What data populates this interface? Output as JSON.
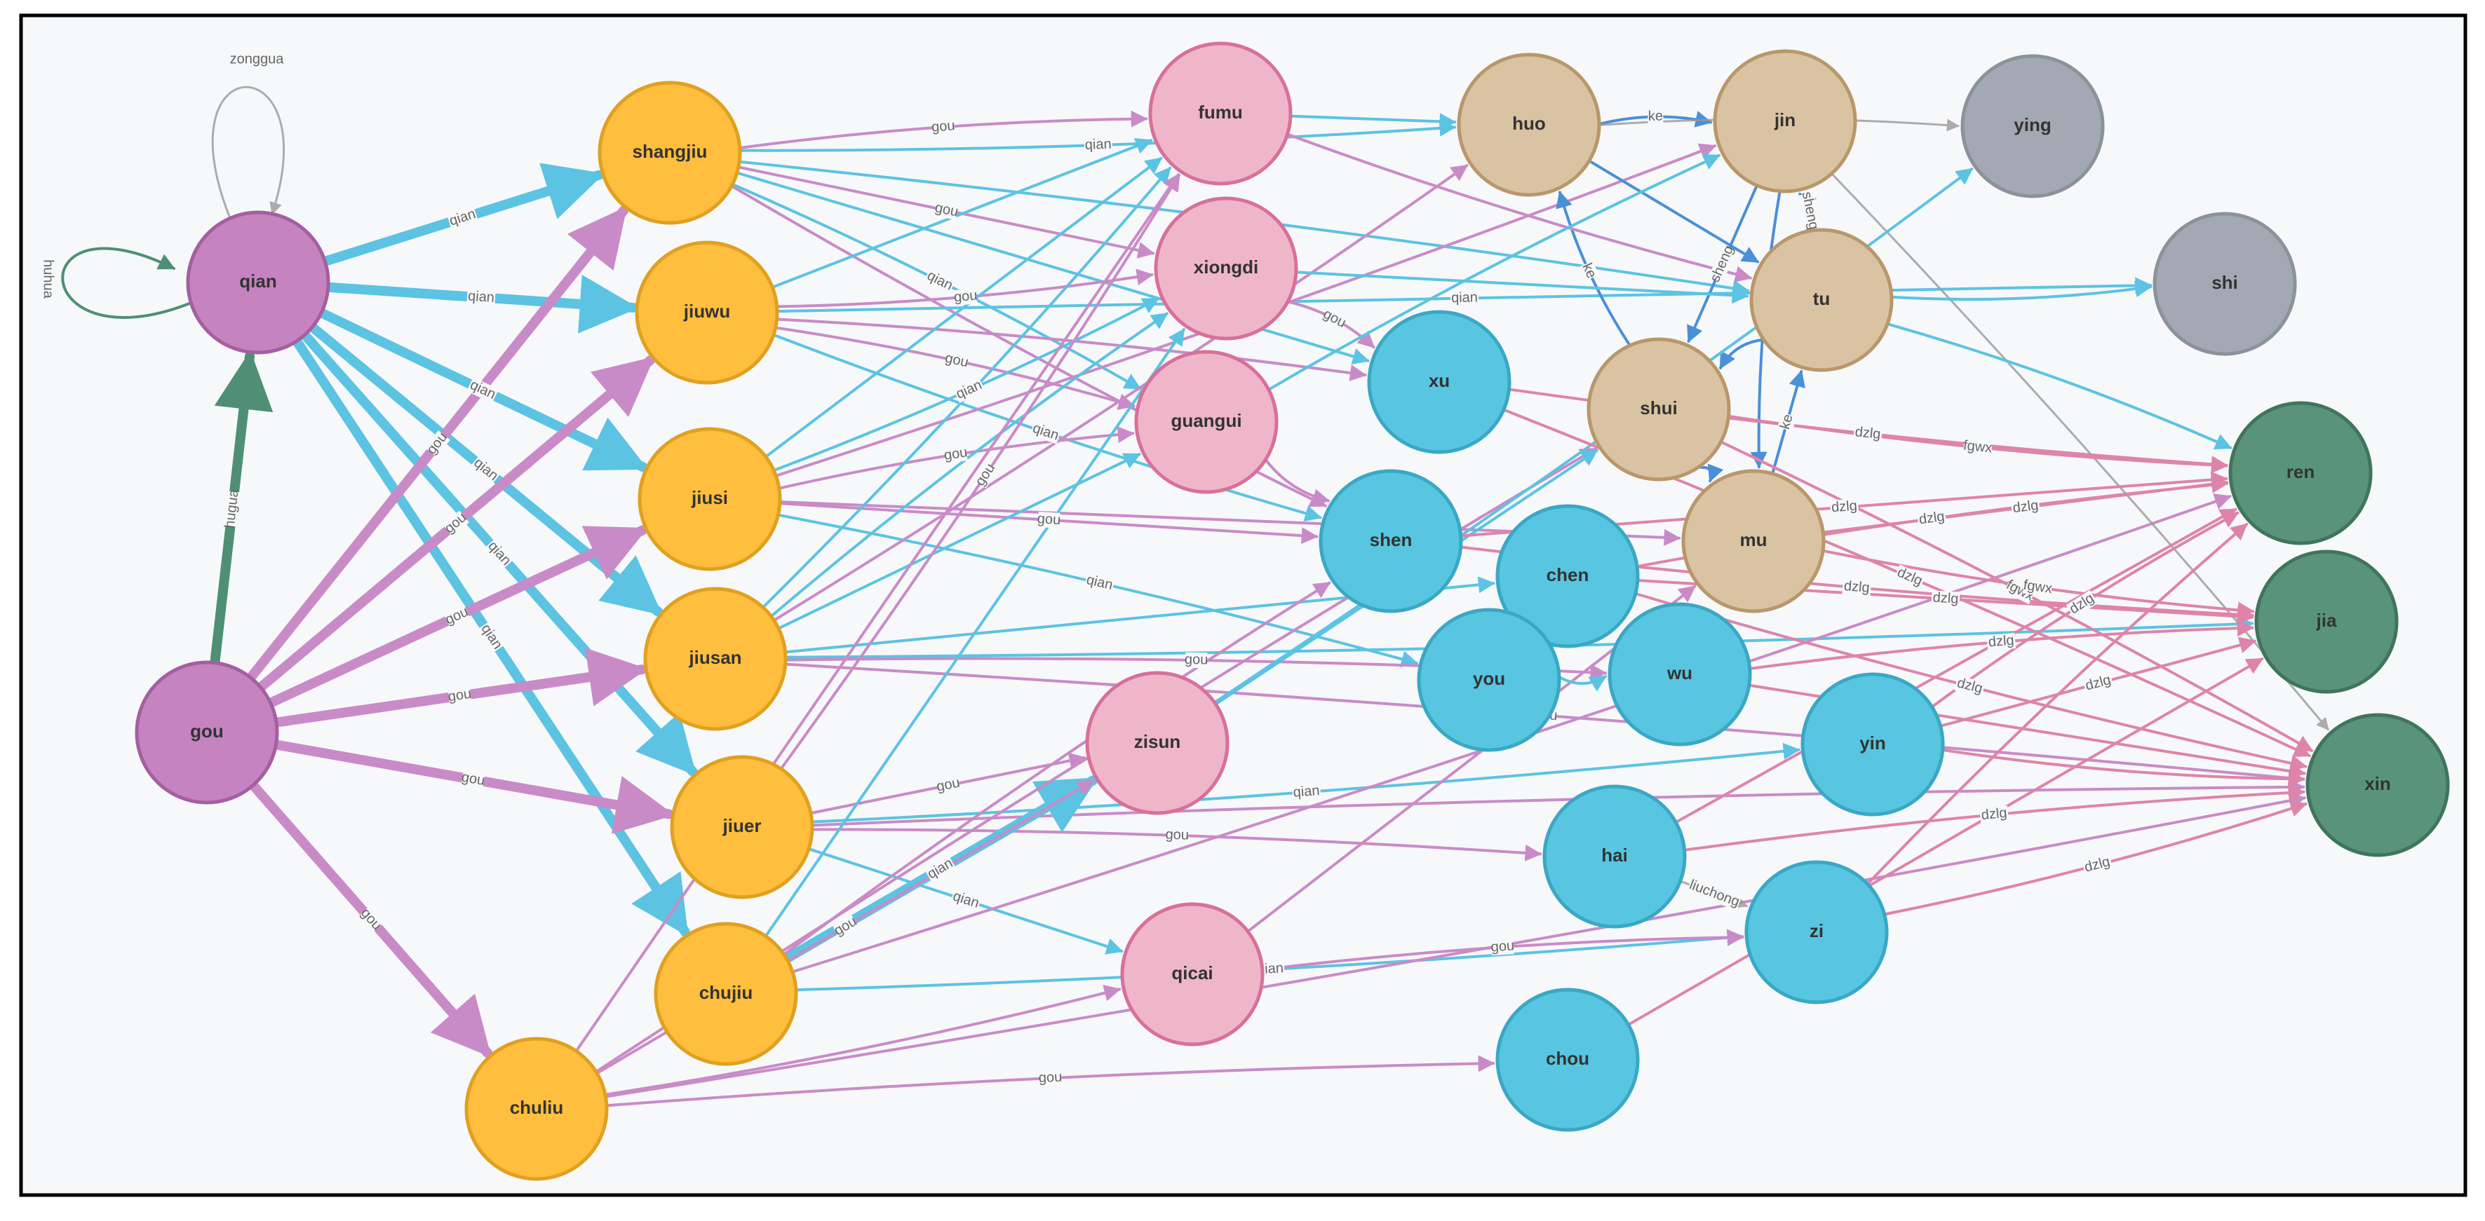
{
  "colors": {
    "background": "#f7f8fa",
    "frame": "#000000",
    "purple": "#c583c0",
    "purple_stroke": "#a45fa0",
    "orange": "#ffbe3d",
    "orange_stroke": "#e0a020",
    "pink": "#efb6c9",
    "pink_stroke": "#d8709a",
    "tan": "#d9c3a3",
    "tan_stroke": "#b8976a",
    "gray": "#a3a9b3",
    "gray_stroke": "#8c929c",
    "blue": "#58c6e0",
    "blue_stroke": "#3aa8c4",
    "green": "#59947a",
    "green_stroke": "#3f755c",
    "edge_qian": "#5cc3e2",
    "edge_gou": "#c98bc7",
    "edge_dzlg": "#de84aa",
    "edge_ke": "#4a8fd8",
    "edge_huhua": "#4e8f75",
    "edge_gray": "#9a9a9a"
  },
  "nodes": [
    {
      "id": "qian",
      "label": "qian",
      "color": "purple"
    },
    {
      "id": "gou",
      "label": "gou",
      "color": "purple"
    },
    {
      "id": "shangjiu",
      "label": "shangjiu",
      "color": "orange"
    },
    {
      "id": "jiuwu",
      "label": "jiuwu",
      "color": "orange"
    },
    {
      "id": "jiusi",
      "label": "jiusi",
      "color": "orange"
    },
    {
      "id": "jiusan",
      "label": "jiusan",
      "color": "orange"
    },
    {
      "id": "jiuer",
      "label": "jiuer",
      "color": "orange"
    },
    {
      "id": "chujiu",
      "label": "chujiu",
      "color": "orange"
    },
    {
      "id": "chuliu",
      "label": "chuliu",
      "color": "orange"
    },
    {
      "id": "fumu",
      "label": "fumu",
      "color": "pink"
    },
    {
      "id": "xiongdi",
      "label": "xiongdi",
      "color": "pink"
    },
    {
      "id": "guangui",
      "label": "guangui",
      "color": "pink"
    },
    {
      "id": "zisun",
      "label": "zisun",
      "color": "pink"
    },
    {
      "id": "qicai",
      "label": "qicai",
      "color": "pink"
    },
    {
      "id": "huo",
      "label": "huo",
      "color": "tan"
    },
    {
      "id": "jin",
      "label": "jin",
      "color": "tan"
    },
    {
      "id": "tu",
      "label": "tu",
      "color": "tan"
    },
    {
      "id": "shui",
      "label": "shui",
      "color": "tan"
    },
    {
      "id": "mu",
      "label": "mu",
      "color": "tan"
    },
    {
      "id": "ying",
      "label": "ying",
      "color": "gray"
    },
    {
      "id": "shi",
      "label": "shi",
      "color": "gray"
    },
    {
      "id": "xu",
      "label": "xu",
      "color": "blue"
    },
    {
      "id": "shen",
      "label": "shen",
      "color": "blue"
    },
    {
      "id": "chen",
      "label": "chen",
      "color": "blue"
    },
    {
      "id": "you",
      "label": "you",
      "color": "blue"
    },
    {
      "id": "wu",
      "label": "wu",
      "color": "blue"
    },
    {
      "id": "yin",
      "label": "yin",
      "color": "blue"
    },
    {
      "id": "hai",
      "label": "hai",
      "color": "blue"
    },
    {
      "id": "zi",
      "label": "zi",
      "color": "blue"
    },
    {
      "id": "chou",
      "label": "chou",
      "color": "blue"
    },
    {
      "id": "ren",
      "label": "ren",
      "color": "green"
    },
    {
      "id": "jia",
      "label": "jia",
      "color": "green"
    },
    {
      "id": "xin",
      "label": "xin",
      "color": "green"
    }
  ],
  "edges": [
    {
      "from": "qian",
      "to": "qian",
      "label": "zonggua",
      "kind": "gray",
      "loop": "top"
    },
    {
      "from": "qian",
      "to": "qian",
      "label": "huhua",
      "kind": "huhua",
      "loop": "left"
    },
    {
      "from": "gou",
      "to": "qian",
      "label": "hugua",
      "kind": "huhua",
      "thick": true
    },
    {
      "from": "qian",
      "to": "shangjiu",
      "label": "qian",
      "kind": "qian",
      "thick": true
    },
    {
      "from": "qian",
      "to": "jiuwu",
      "label": "qian",
      "kind": "qian",
      "thick": true
    },
    {
      "from": "qian",
      "to": "jiusi",
      "label": "qian",
      "kind": "qian",
      "thick": true
    },
    {
      "from": "qian",
      "to": "jiusan",
      "label": "qian",
      "kind": "qian",
      "thick": true
    },
    {
      "from": "qian",
      "to": "jiuer",
      "label": "qian",
      "kind": "qian",
      "thick": true
    },
    {
      "from": "qian",
      "to": "chujiu",
      "label": "qian",
      "kind": "qian",
      "thick": true
    },
    {
      "from": "gou",
      "to": "shangjiu",
      "label": "gou",
      "kind": "gou",
      "thick": true
    },
    {
      "from": "gou",
      "to": "jiuwu",
      "label": "gou",
      "kind": "gou",
      "thick": true
    },
    {
      "from": "gou",
      "to": "jiusi",
      "label": "gou",
      "kind": "gou",
      "thick": true
    },
    {
      "from": "gou",
      "to": "jiusan",
      "label": "gou",
      "kind": "gou",
      "thick": true
    },
    {
      "from": "gou",
      "to": "jiuer",
      "label": "gou",
      "kind": "gou",
      "thick": true
    },
    {
      "from": "gou",
      "to": "chuliu",
      "label": "gou",
      "kind": "gou",
      "thick": true
    },
    {
      "from": "shangjiu",
      "to": "fumu",
      "label": "gou",
      "kind": "gou"
    },
    {
      "from": "shangjiu",
      "to": "xiongdi",
      "label": "gou",
      "kind": "gou"
    },
    {
      "from": "shangjiu",
      "to": "huo",
      "label": "qian",
      "kind": "qian"
    },
    {
      "from": "shangjiu",
      "to": "tu",
      "label": "",
      "kind": "qian"
    },
    {
      "from": "shangjiu",
      "to": "xu",
      "label": "",
      "kind": "qian"
    },
    {
      "from": "shangjiu",
      "to": "shen",
      "label": "",
      "kind": "gou"
    },
    {
      "from": "shangjiu",
      "to": "guangui",
      "label": "qian",
      "kind": "qian"
    },
    {
      "from": "jiuwu",
      "to": "fumu",
      "label": "",
      "kind": "qian"
    },
    {
      "from": "jiuwu",
      "to": "xiongdi",
      "label": "gou",
      "kind": "gou"
    },
    {
      "from": "jiuwu",
      "to": "guangui",
      "label": "gou",
      "kind": "gou"
    },
    {
      "from": "jiuwu",
      "to": "shi",
      "label": "qian",
      "kind": "qian"
    },
    {
      "from": "jiuwu",
      "to": "shen",
      "label": "qian",
      "kind": "qian"
    },
    {
      "from": "jiuwu",
      "to": "xu",
      "label": "",
      "kind": "gou"
    },
    {
      "from": "jiusi",
      "to": "fumu",
      "label": "",
      "kind": "qian"
    },
    {
      "from": "jiusi",
      "to": "xiongdi",
      "label": "qian",
      "kind": "qian"
    },
    {
      "from": "jiusi",
      "to": "guangui",
      "label": "gou",
      "kind": "gou"
    },
    {
      "from": "jiusi",
      "to": "shen",
      "label": "gou",
      "kind": "gou"
    },
    {
      "from": "jiusi",
      "to": "jin",
      "label": "",
      "kind": "gou"
    },
    {
      "from": "jiusi",
      "to": "you",
      "label": "qian",
      "kind": "qian"
    },
    {
      "from": "jiusi",
      "to": "mu",
      "label": "",
      "kind": "gou"
    },
    {
      "from": "jiusan",
      "to": "fumu",
      "label": "",
      "kind": "qian"
    },
    {
      "from": "jiusan",
      "to": "xiongdi",
      "label": "",
      "kind": "qian"
    },
    {
      "from": "jiusan",
      "to": "guangui",
      "label": "",
      "kind": "qian"
    },
    {
      "from": "jiusan",
      "to": "jia",
      "label": "qian",
      "kind": "qian"
    },
    {
      "from": "jiusan",
      "to": "wu",
      "label": "gou",
      "kind": "gou"
    },
    {
      "from": "jiusan",
      "to": "chen",
      "label": "",
      "kind": "qian"
    },
    {
      "from": "jiusan",
      "to": "huo",
      "label": "",
      "kind": "gou"
    },
    {
      "from": "jiusan",
      "to": "xin",
      "label": "gou",
      "kind": "gou"
    },
    {
      "from": "jiuer",
      "to": "zisun",
      "label": "gou",
      "kind": "gou"
    },
    {
      "from": "jiuer",
      "to": "yin",
      "label": "qian",
      "kind": "qian"
    },
    {
      "from": "jiuer",
      "to": "hai",
      "label": "gou",
      "kind": "gou"
    },
    {
      "from": "jiuer",
      "to": "qicai",
      "label": "qian",
      "kind": "qian"
    },
    {
      "from": "jiuer",
      "to": "fumu",
      "label": "gou",
      "kind": "gou"
    },
    {
      "from": "jiuer",
      "to": "xin",
      "label": "",
      "kind": "gou"
    },
    {
      "from": "chujiu",
      "to": "zisun",
      "label": "qian",
      "kind": "qian",
      "thick": true
    },
    {
      "from": "chujiu",
      "to": "zi",
      "label": "qian",
      "kind": "qian"
    },
    {
      "from": "chujiu",
      "to": "shen",
      "label": "",
      "kind": "gou"
    },
    {
      "from": "chujiu",
      "to": "xiongdi",
      "label": "",
      "kind": "qian"
    },
    {
      "from": "chujiu",
      "to": "ren",
      "label": "",
      "kind": "gou"
    },
    {
      "from": "chuliu",
      "to": "chou",
      "label": "gou",
      "kind": "gou"
    },
    {
      "from": "chuliu",
      "to": "zisun",
      "label": "gou",
      "kind": "gou"
    },
    {
      "from": "chuliu",
      "to": "qicai",
      "label": "",
      "kind": "gou"
    },
    {
      "from": "chuliu",
      "to": "shui",
      "label": "",
      "kind": "gou"
    },
    {
      "from": "chuliu",
      "to": "fumu",
      "label": "",
      "kind": "gou"
    },
    {
      "from": "chuliu",
      "to": "xin",
      "label": "",
      "kind": "gou"
    },
    {
      "from": "huo",
      "to": "jin",
      "label": "ke",
      "kind": "ke"
    },
    {
      "from": "jin",
      "to": "shui",
      "label": "sheng",
      "kind": "ke"
    },
    {
      "from": "tu",
      "to": "jin",
      "label": "sheng",
      "kind": "ke"
    },
    {
      "from": "shui",
      "to": "huo",
      "label": "ke",
      "kind": "ke"
    },
    {
      "from": "mu",
      "to": "tu",
      "label": "ke",
      "kind": "ke"
    },
    {
      "from": "jin",
      "to": "mu",
      "label": "",
      "kind": "ke"
    },
    {
      "from": "shui",
      "to": "mu",
      "label": "",
      "kind": "ke"
    },
    {
      "from": "huo",
      "to": "tu",
      "label": "",
      "kind": "ke"
    },
    {
      "from": "tu",
      "to": "shui",
      "label": "",
      "kind": "ke"
    },
    {
      "from": "jin",
      "to": "xin",
      "label": "",
      "kind": "gray"
    },
    {
      "from": "fumu",
      "to": "huo",
      "label": "",
      "kind": "qian"
    },
    {
      "from": "fumu",
      "to": "tu",
      "label": "",
      "kind": "gou"
    },
    {
      "from": "xiongdi",
      "to": "xu",
      "label": "gou",
      "kind": "gou"
    },
    {
      "from": "xiongdi",
      "to": "tu",
      "label": "",
      "kind": "qian"
    },
    {
      "from": "guangui",
      "to": "shen",
      "label": "",
      "kind": "gou"
    },
    {
      "from": "guangui",
      "to": "jin",
      "label": "",
      "kind": "qian"
    },
    {
      "from": "zisun",
      "to": "shui",
      "label": "qian",
      "kind": "qian"
    },
    {
      "from": "zisun",
      "to": "ying",
      "label": "",
      "kind": "qian"
    },
    {
      "from": "qicai",
      "to": "zi",
      "label": "gou",
      "kind": "gou"
    },
    {
      "from": "qicai",
      "to": "mu",
      "label": "",
      "kind": "gou"
    },
    {
      "from": "shui",
      "to": "ren",
      "label": "fgwx",
      "kind": "dzlg"
    },
    {
      "from": "shui",
      "to": "xin",
      "label": "fgwx",
      "kind": "dzlg"
    },
    {
      "from": "mu",
      "to": "ren",
      "label": "dzlg",
      "kind": "dzlg"
    },
    {
      "from": "mu",
      "to": "jia",
      "label": "fgwx",
      "kind": "dzlg"
    },
    {
      "from": "tu",
      "to": "ren",
      "label": "",
      "kind": "qian"
    },
    {
      "from": "shen",
      "to": "ren",
      "label": "dzlg",
      "kind": "dzlg"
    },
    {
      "from": "shen",
      "to": "jia",
      "label": "dzlg",
      "kind": "dzlg"
    },
    {
      "from": "chen",
      "to": "ren",
      "label": "dzlg",
      "kind": "dzlg"
    },
    {
      "from": "chen",
      "to": "jia",
      "label": "dzlg",
      "kind": "dzlg"
    },
    {
      "from": "chen",
      "to": "xin",
      "label": "dzlg",
      "kind": "dzlg"
    },
    {
      "from": "wu",
      "to": "jia",
      "label": "dzlg",
      "kind": "dzlg"
    },
    {
      "from": "wu",
      "to": "xin",
      "label": "",
      "kind": "dzlg"
    },
    {
      "from": "you",
      "to": "wu",
      "label": "",
      "kind": "qian"
    },
    {
      "from": "yin",
      "to": "ren",
      "label": "dzlg",
      "kind": "dzlg"
    },
    {
      "from": "yin",
      "to": "jia",
      "label": "dzlg",
      "kind": "dzlg"
    },
    {
      "from": "yin",
      "to": "xin",
      "label": "",
      "kind": "dzlg"
    },
    {
      "from": "hai",
      "to": "xin",
      "label": "dzlg",
      "kind": "dzlg"
    },
    {
      "from": "hai",
      "to": "ren",
      "label": "",
      "kind": "dzlg"
    },
    {
      "from": "zi",
      "to": "xin",
      "label": "dzlg",
      "kind": "dzlg"
    },
    {
      "from": "zi",
      "to": "ren",
      "label": "",
      "kind": "dzlg"
    },
    {
      "from": "chou",
      "to": "jia",
      "label": "",
      "kind": "dzlg"
    },
    {
      "from": "xu",
      "to": "ren",
      "label": "dzlg",
      "kind": "dzlg"
    },
    {
      "from": "xu",
      "to": "xin",
      "label": "dzlg",
      "kind": "dzlg"
    },
    {
      "from": "hai",
      "to": "zi",
      "label": "liuchong",
      "kind": "gray"
    },
    {
      "from": "tu",
      "to": "shi",
      "label": "",
      "kind": "qian"
    },
    {
      "from": "huo",
      "to": "ying",
      "label": "",
      "kind": "gray"
    }
  ]
}
